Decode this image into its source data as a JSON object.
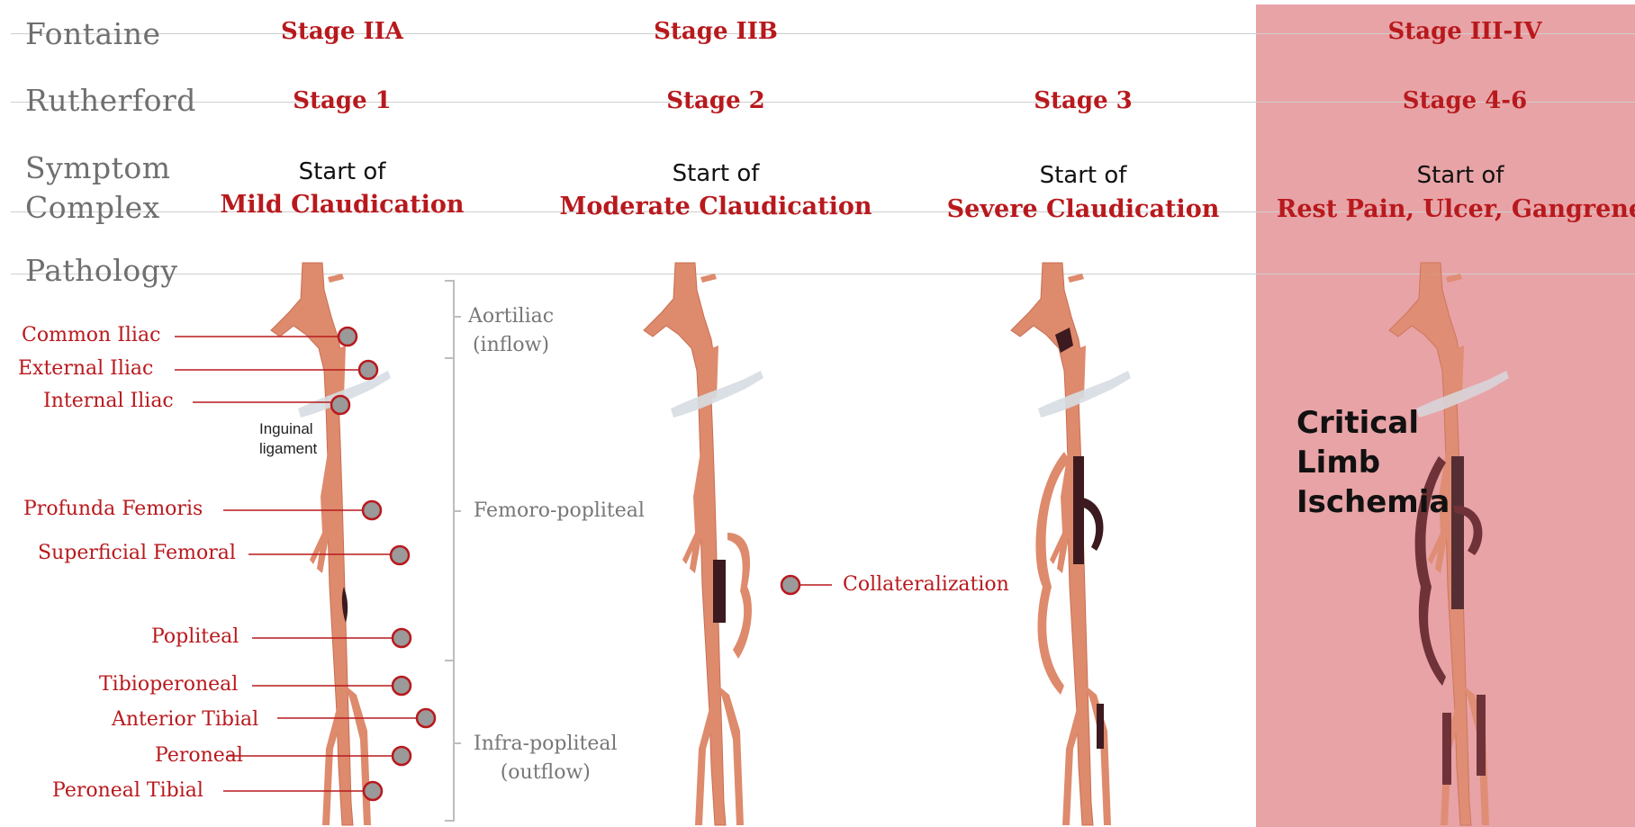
{
  "rows": {
    "fontaine": "Fontaine",
    "rutherford": "Rutherford",
    "symptom_line1": "Symptom",
    "symptom_line2": "Complex",
    "pathology": "Pathology"
  },
  "fontaine_stages": [
    "Stage IIA",
    "Stage IIB",
    "Stage III-IV"
  ],
  "rutherford_stages": [
    "Stage 1",
    "Stage 2",
    "Stage 3",
    "Stage 4-6"
  ],
  "start_of": "Start of",
  "symptoms": [
    "Mild Claudication",
    "Moderate Claudication",
    "Severe Claudication",
    "Rest Pain, Ulcer, Gangrene"
  ],
  "anatomy_labels": [
    "Common Iliac",
    "External Iliac",
    "Internal Iliac",
    "Profunda Femoris",
    "Superficial Femoral",
    "Popliteal",
    "Tibioperoneal",
    "Anterior Tibial",
    "Peroneal",
    "Peroneal Tibial"
  ],
  "inguinal": {
    "line1": "Inguinal",
    "line2": "ligament"
  },
  "regions": {
    "aortoiliac_1": "Aortiliac",
    "aortoiliac_2": "(inflow)",
    "femoro": "Femoro-popliteal",
    "infra_1": "Infra-popliteal",
    "infra_2": "(outflow)"
  },
  "collateral": "Collateralization",
  "critical": {
    "line1": "Critical",
    "line2": "Limb",
    "line3": "Ischemia"
  },
  "colors": {
    "accent_red": "#b8191d",
    "label_gray": "#6f6f6f",
    "critical_panel": "#e8a3a6",
    "artery": "#de8a6c",
    "occlusion": "#3c1a1f"
  }
}
